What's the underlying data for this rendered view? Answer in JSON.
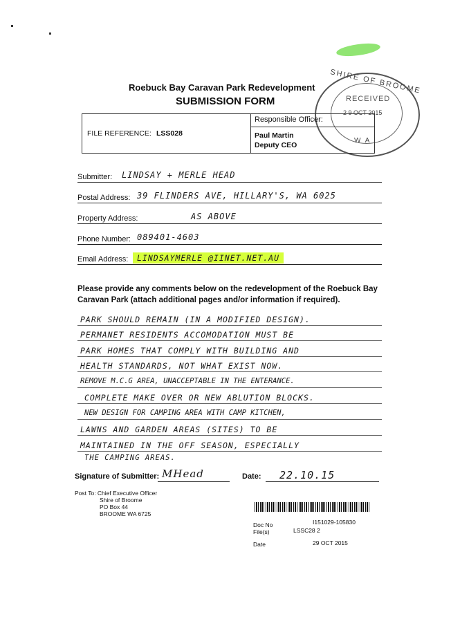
{
  "header": {
    "title": "Roebuck Bay Caravan Park Redevelopment",
    "subtitle": "SUBMISSION FORM"
  },
  "stamp": {
    "top": "SHIRE OF BROOME",
    "status": "RECEIVED",
    "date": "2 9 OCT 2015",
    "bottom": "W A"
  },
  "reference": {
    "file_reference_label": "FILE REFERENCE:",
    "file_reference_value": "LSS028",
    "responsible_officer_label": "Responsible Officer:",
    "officer_name": "Paul Martin",
    "officer_title": "Deputy CEO"
  },
  "fields": {
    "submitter_label": "Submitter:",
    "submitter_value": "LINDSAY + MERLE HEAD",
    "postal_label": "Postal Address:",
    "postal_value": "39 FLINDERS AVE, HILLARY'S, WA 6025",
    "property_label": "Property Address:",
    "property_value": "AS ABOVE",
    "phone_label": "Phone Number:",
    "phone_value": "089401-4603",
    "email_label": "Email Address:",
    "email_value": "LINDSAYMERLE @IINET.NET.AU"
  },
  "comments": {
    "instruction": "Please provide any comments below on the redevelopment of the Roebuck Bay Caravan Park (attach additional pages and/or information if required).",
    "lines": [
      "PARK SHOULD REMAIN (IN A MODIFIED DESIGN).",
      "PERMANET RESIDENTS ACCOMODATION MUST BE",
      "PARK HOMES THAT COMPLY WITH BUILDING AND",
      "HEALTH STANDARDS, NOT WHAT EXIST NOW.",
      "REMOVE M.C.G AREA, UNACCEPTABLE IN THE ENTERANCE.",
      "COMPLETE MAKE OVER OR NEW ABLUTION BLOCKS.",
      "NEW DESIGN FOR CAMPING AREA WITH CAMP KITCHEN,",
      "LAWNS AND GARDEN AREAS (SITES) TO BE",
      "MAINTAINED IN THE OFF SEASON, ESPECIALLY",
      "THE CAMPING AREAS."
    ]
  },
  "signature": {
    "signature_label": "Signature of Submitter:",
    "signature_value": "MHead",
    "date_label": "Date:",
    "date_value": "22.10.15"
  },
  "post_to": {
    "lines": [
      "Post To: Chief Executive Officer",
      "Shire of Broome",
      "PO Box 44",
      "BROOME WA 6725"
    ]
  },
  "docinfo": {
    "doc_no_label": "Doc No",
    "doc_no_value": "I151029-105830",
    "files_label": "File(s)",
    "files_value": "LSSC28 2",
    "date_label": "Date",
    "date_value": "29 OCT 2015"
  }
}
